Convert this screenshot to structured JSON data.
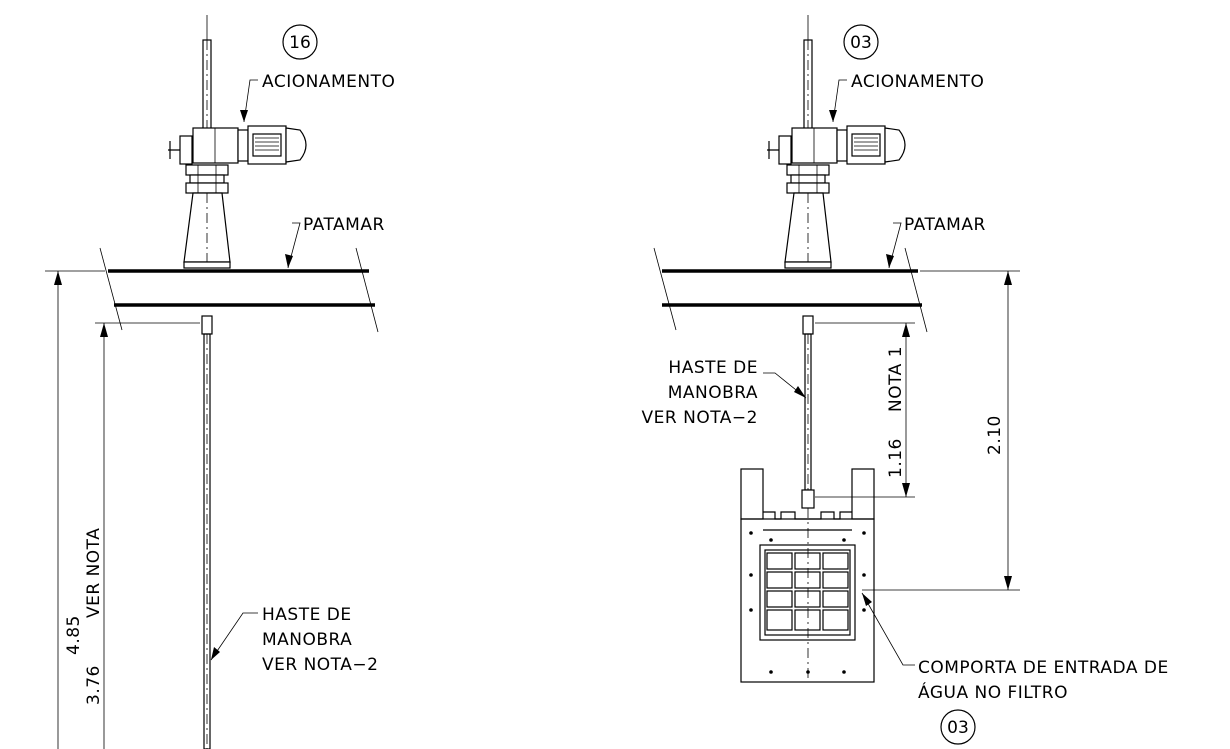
{
  "drawing": {
    "left_assembly": {
      "tag": "16",
      "actuator_label": "ACIONAMENTO",
      "landing_label": "PATAMAR",
      "stem_label": [
        "HASTE DE",
        "MANOBRA",
        "VER NOTA−2"
      ],
      "dim_total": "4.85",
      "dim_stem": "3.76",
      "dim_note": "VER NOTA"
    },
    "right_assembly": {
      "tag": "03",
      "actuator_label": "ACIONAMENTO",
      "landing_label": "PATAMAR",
      "stem_label": [
        "HASTE DE",
        "MANOBRA",
        "VER NOTA−2"
      ],
      "dim_total": "2.10",
      "dim_stem": "1.16",
      "dim_note": "NOTA 1",
      "gate_label": [
        "COMPORTA DE ENTRADA DE",
        "ÁGUA NO FILTRO"
      ],
      "gate_tag": "03"
    }
  }
}
